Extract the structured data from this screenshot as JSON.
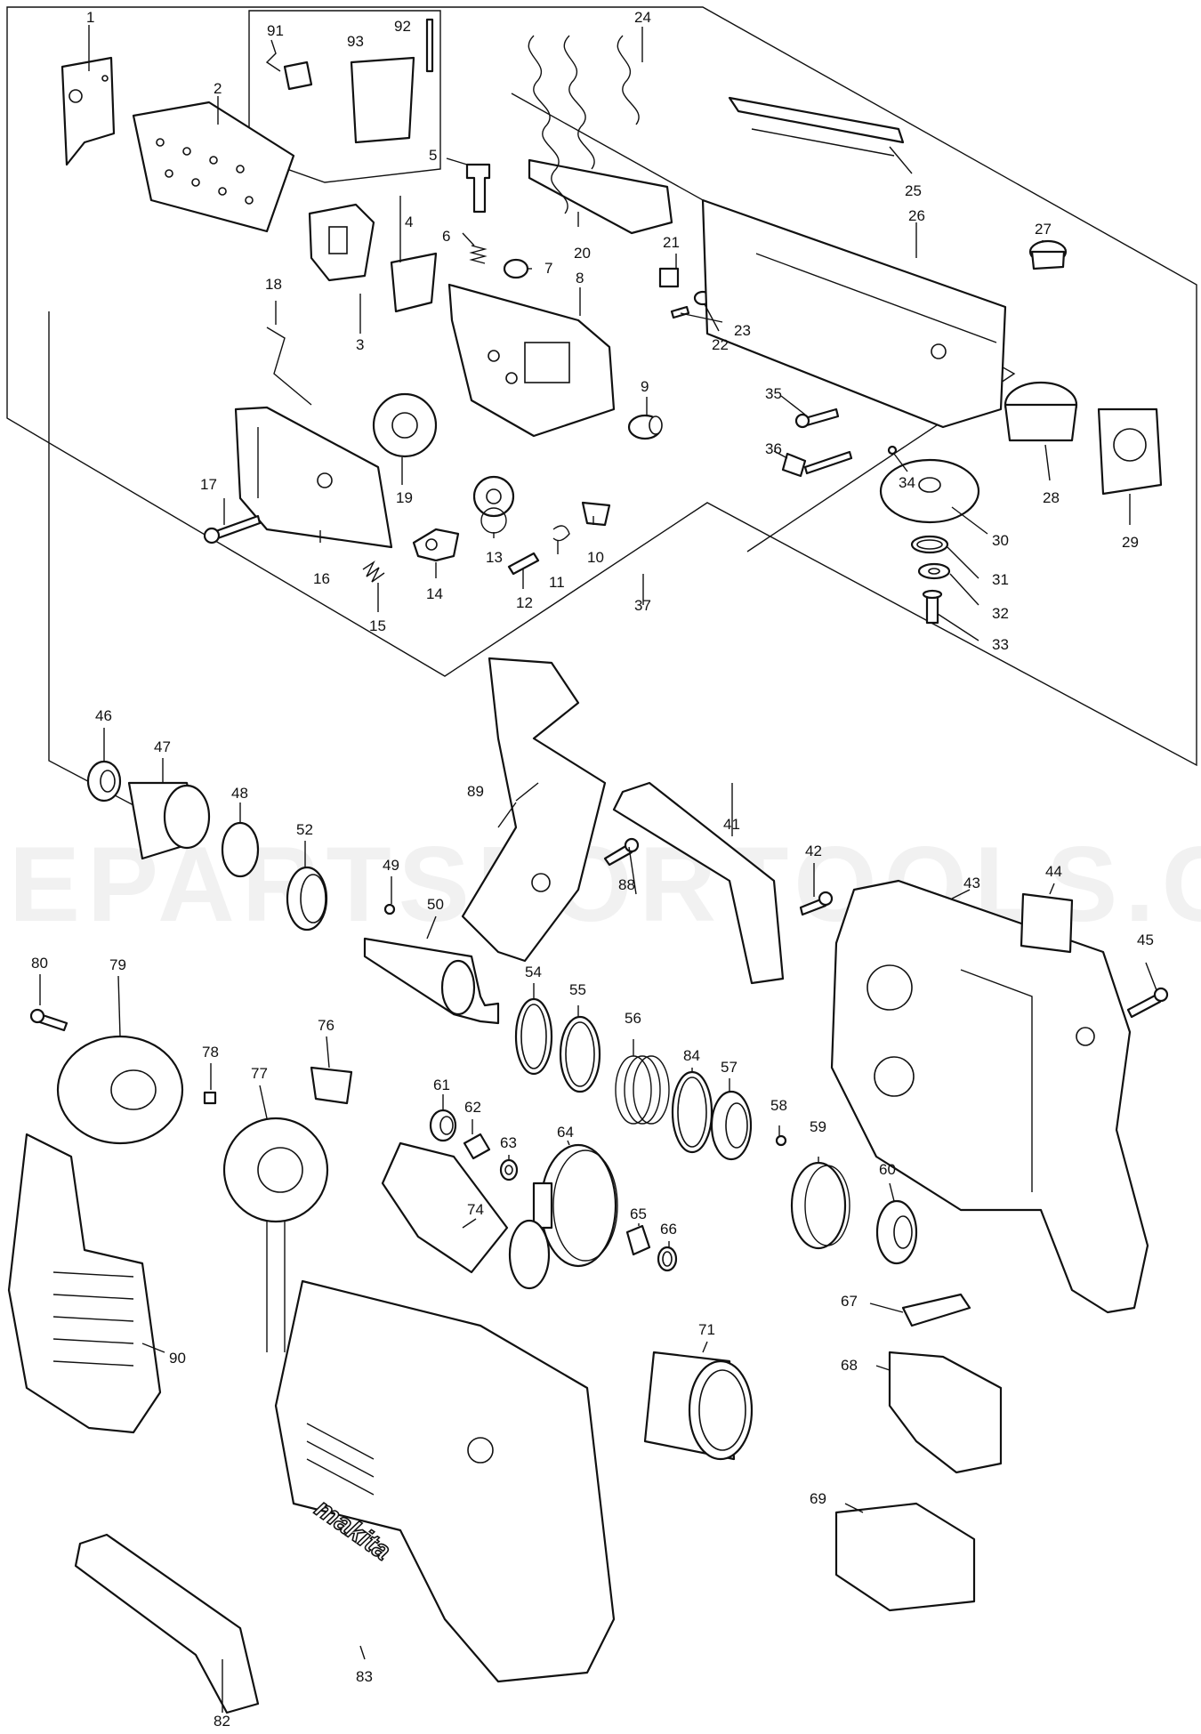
{
  "watermark": "EPARTSFORTOOLS.CO",
  "brand": "makita",
  "accent_color": "#111111",
  "labels": {
    "p1": "1",
    "p2": "2",
    "p3": "3",
    "p4": "4",
    "p5": "5",
    "p6": "6",
    "p7": "7",
    "p8": "8",
    "p9": "9",
    "p10": "10",
    "p11": "11",
    "p12": "12",
    "p13": "13",
    "p14": "14",
    "p15": "15",
    "p16": "16",
    "p17": "17",
    "p18": "18",
    "p19": "19",
    "p20": "20",
    "p21": "21",
    "p22": "22",
    "p23": "23",
    "p24": "24",
    "p25": "25",
    "p26": "26",
    "p27": "27",
    "p28": "28",
    "p29": "29",
    "p30": "30",
    "p31": "31",
    "p32": "32",
    "p33": "33",
    "p34": "34",
    "p35": "35",
    "p36": "36",
    "p37": "37",
    "p41": "41",
    "p42": "42",
    "p43": "43",
    "p44": "44",
    "p45": "45",
    "p46": "46",
    "p47": "47",
    "p48": "48",
    "p49": "49",
    "p50": "50",
    "p52": "52",
    "p54": "54",
    "p55": "55",
    "p56": "56",
    "p57": "57",
    "p58": "58",
    "p59": "59",
    "p60": "60",
    "p61": "61",
    "p62": "62",
    "p63": "63",
    "p64": "64",
    "p65": "65",
    "p66": "66",
    "p67": "67",
    "p68": "68",
    "p69": "69",
    "p71": "71",
    "p74": "74",
    "p76": "76",
    "p77": "77",
    "p78": "78",
    "p79": "79",
    "p80": "80",
    "p82": "82",
    "p83": "83",
    "p84": "84",
    "p88": "88",
    "p89": "89",
    "p90": "90",
    "p91": "91",
    "p92": "92",
    "p93": "93"
  }
}
